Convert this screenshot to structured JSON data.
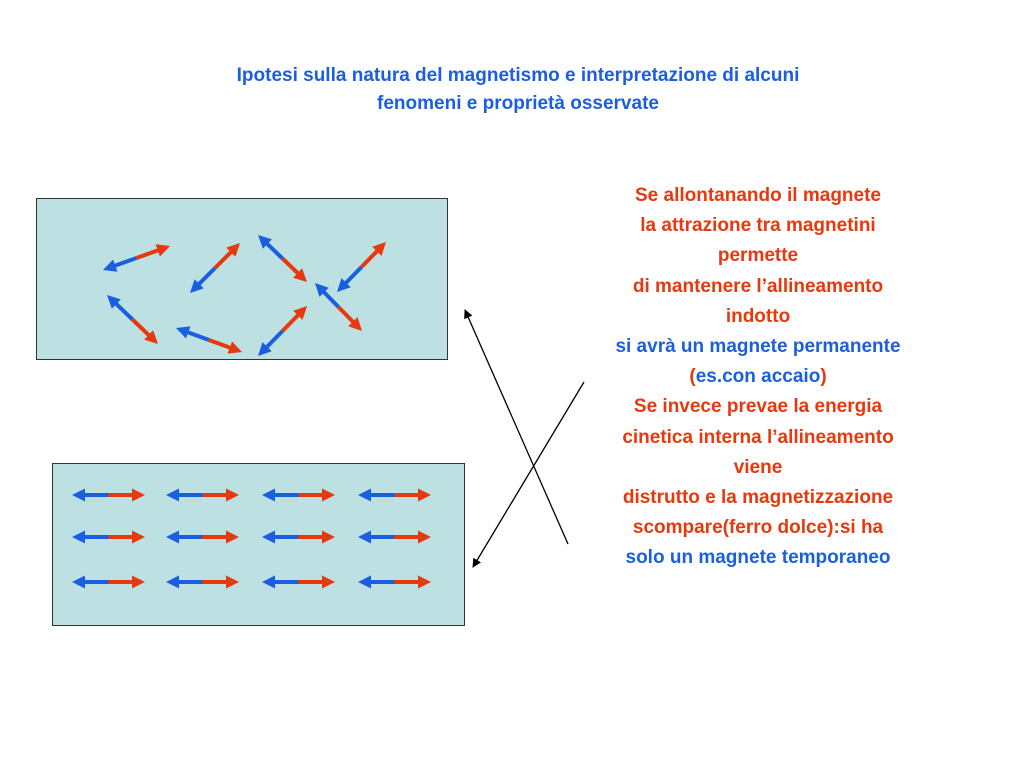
{
  "title": {
    "line1": "Ipotesi sulla natura del magnetismo e interpretazione di alcuni",
    "line2": "fenomeni e proprietà osservate"
  },
  "colors": {
    "title_blue": "#1a5fe0",
    "text_red": "#e8380d",
    "text_blue": "#1a5fe0",
    "arrow_blue": "#1a5fe0",
    "arrow_red": "#e8380d",
    "box_fill": "#bde0e2"
  },
  "icons": {
    "dipole": "double-headed-arrow-icon",
    "connector": "arrow-icon"
  },
  "top_panel": {
    "dipole_count": 8,
    "state": "disordered"
  },
  "bottom_panel": {
    "dipole_count": 12,
    "rows": 3,
    "columns": 4,
    "state": "aligned"
  },
  "explanation": {
    "l1": "Se allontanando il magnete",
    "l2": "la attrazione tra magnetini",
    "l3": "permette",
    "l4": "di mantenere l’allineamento",
    "l5": "indotto",
    "l6": "si avrà un magnete permanente",
    "l7_open": "(",
    "l7_blue": "es.con accaio",
    "l7_close": ")",
    "l8": "Se invece prevae la energia",
    "l9": "cinetica interna l’allineamento",
    "l10": "viene",
    "l11": "distrutto e la magnetizzazione",
    "l12": "scompare(ferro dolce):si ha",
    "l13": "solo un magnete temporaneo"
  }
}
